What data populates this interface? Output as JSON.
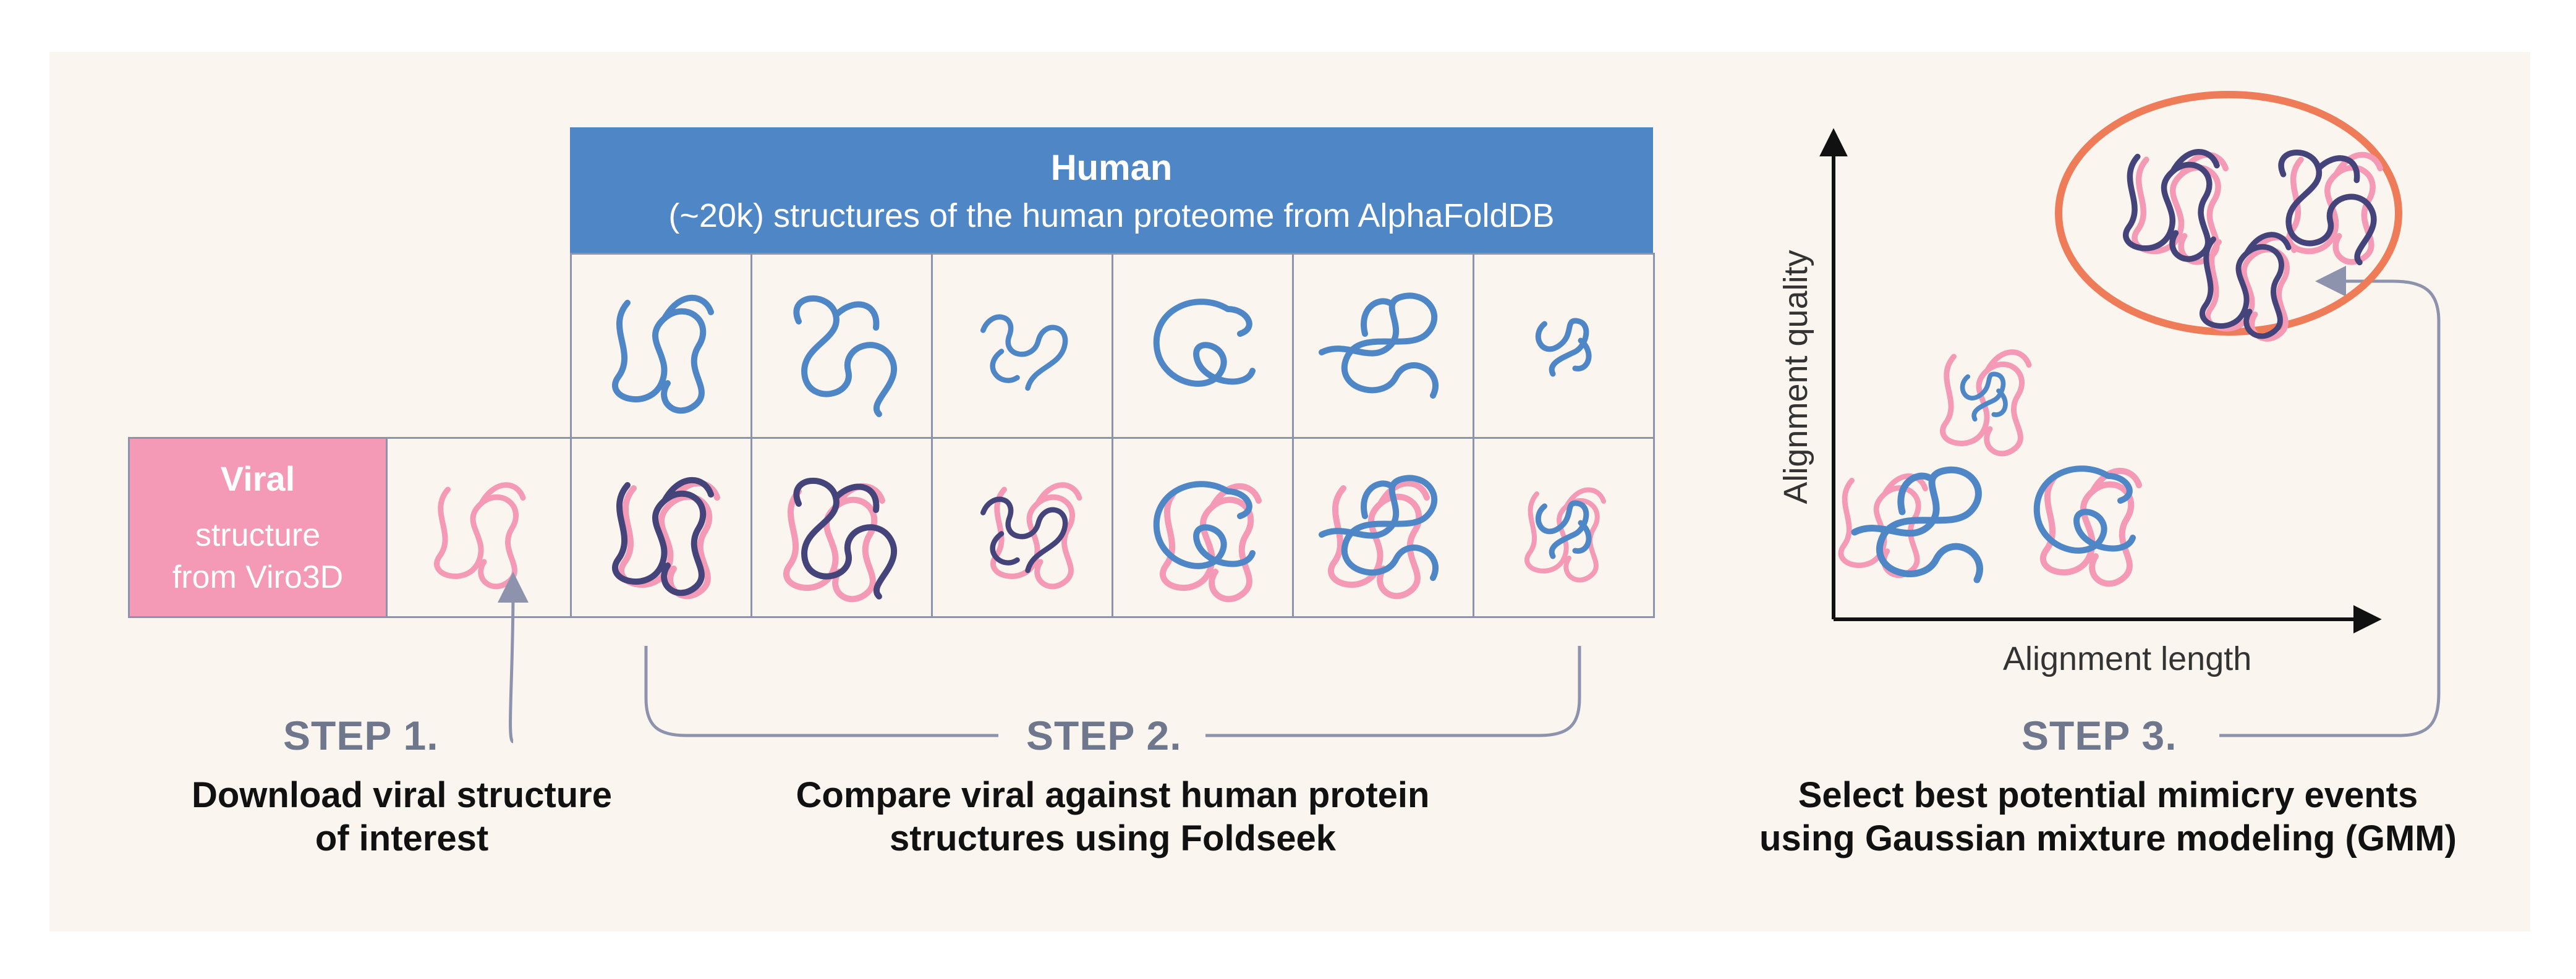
{
  "human": {
    "title": "Human",
    "subtitle": "(~20k) structures of the human proteome from AlphaFoldDB"
  },
  "viral": {
    "title": "Viral",
    "line1": "structure",
    "line2": "from Viro3D"
  },
  "step1": {
    "label": "STEP 1.",
    "line1": "Download viral structure",
    "line2": "of interest"
  },
  "step2": {
    "label": "STEP 2.",
    "line1": "Compare viral against human protein",
    "line2": "structures using Foldseek"
  },
  "step3": {
    "label": "STEP 3.",
    "line1": "Select best potential mimicry events",
    "line2": "using Gaussian mixture modeling (GMM)"
  },
  "plot": {
    "xlabel": "Alignment length",
    "ylabel": "Alignment quality"
  },
  "colors": {
    "background": "#faf6ef",
    "human_blue": "#4f86c6",
    "dark_blue": "#44437a",
    "viral_pink": "#f49ab7",
    "highlight_orange": "#ef7c58",
    "grid": "#8d93ac"
  },
  "icons": {
    "human_structure": "protein-ribbon-blue-icon",
    "viral_structure": "protein-ribbon-pink-icon",
    "overlay_structure": "protein-overlay-icon"
  }
}
